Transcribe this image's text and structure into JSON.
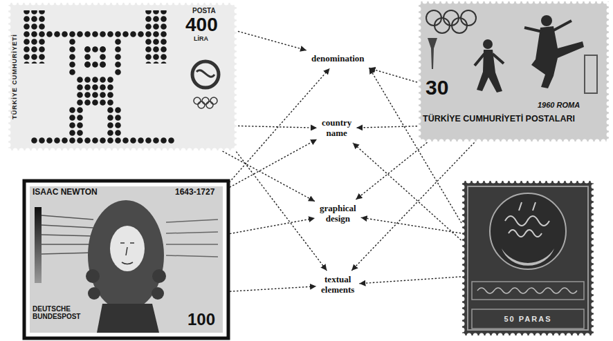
{
  "diagram": {
    "nodes": [
      {
        "text": [
          "TÜRKİYE CUMHURİYETİ",
          "POSTA",
          "400",
          "LİRA"
        ]
      },
      {
        "text": [
          "denomination"
        ]
      },
      {
        "text": [
          "30",
          "1960 ROMA",
          "TÜRKİYE CUMHURİYETİ POSTALARI"
        ]
      },
      {
        "text": [
          "country name"
        ]
      },
      {
        "text": [
          "ISAAC NEWTON",
          "1643-1727",
          "DEUTSCHE BUNDESPOST",
          "100"
        ]
      },
      {
        "text": [
          "graphical design"
        ]
      },
      {
        "text": [
          "50 PARAS"
        ]
      },
      {
        "text": [
          "textual elements"
        ]
      }
    ],
    "edges": [
      {
        "from": 0,
        "to": 1,
        "arrow": "to"
      },
      {
        "from": 0,
        "to": 3,
        "arrow": "to"
      },
      {
        "from": 0,
        "to": 5,
        "arrow": "to"
      },
      {
        "from": 0,
        "to": 7,
        "arrow": "to"
      },
      {
        "from": 2,
        "to": 1,
        "arrow": "to"
      },
      {
        "from": 2,
        "to": 3,
        "arrow": "to"
      },
      {
        "from": 2,
        "to": 5,
        "arrow": "to"
      },
      {
        "from": 2,
        "to": 7,
        "arrow": "to"
      },
      {
        "from": 4,
        "to": 1,
        "arrow": "to"
      },
      {
        "from": 4,
        "to": 3,
        "arrow": "to"
      },
      {
        "from": 4,
        "to": 5,
        "arrow": "to"
      },
      {
        "from": 4,
        "to": 7,
        "arrow": "to"
      },
      {
        "from": 6,
        "to": 1,
        "arrow": "to"
      },
      {
        "from": 6,
        "to": 3,
        "arrow": "to"
      },
      {
        "from": 6,
        "to": 5,
        "arrow": "to"
      },
      {
        "from": 6,
        "to": 7,
        "arrow": "to"
      }
    ]
  }
}
